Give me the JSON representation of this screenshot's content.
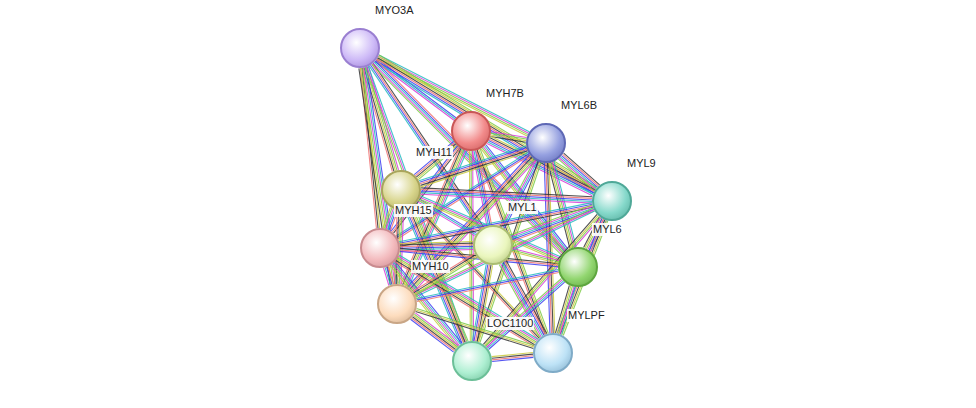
{
  "diagram": {
    "nodes": [
      {
        "text": [
          "MYO3A"
        ]
      },
      {
        "text": [
          "MYH7B"
        ]
      },
      {
        "text": [
          "MYL6B"
        ]
      },
      {
        "text": [
          "MYH11"
        ]
      },
      {
        "text": [
          "MYL9"
        ]
      },
      {
        "text": [
          "MYH15"
        ]
      },
      {
        "text": [
          "MYL1"
        ]
      },
      {
        "text": [
          "MYL6"
        ]
      },
      {
        "text": [
          "MYH10"
        ]
      },
      {
        "text": [
          "LOC1100"
        ]
      },
      {
        "text": [
          "MYLPF"
        ]
      }
    ],
    "edges": [
      {
        "from": 0,
        "to": 1,
        "arrow": "none"
      },
      {
        "from": 0,
        "to": 2,
        "arrow": "none"
      },
      {
        "from": 0,
        "to": 3,
        "arrow": "none"
      },
      {
        "from": 0,
        "to": 4,
        "arrow": "none"
      },
      {
        "from": 0,
        "to": 5,
        "arrow": "none"
      },
      {
        "from": 0,
        "to": 6,
        "arrow": "none"
      },
      {
        "from": 0,
        "to": 7,
        "arrow": "none"
      },
      {
        "from": 0,
        "to": 8,
        "arrow": "none"
      },
      {
        "from": 0,
        "to": 9,
        "arrow": "none"
      },
      {
        "from": 1,
        "to": 2,
        "arrow": "none"
      },
      {
        "from": 1,
        "to": 3,
        "arrow": "none"
      },
      {
        "from": 1,
        "to": 4,
        "arrow": "none"
      },
      {
        "from": 1,
        "to": 5,
        "arrow": "none"
      },
      {
        "from": 1,
        "to": 6,
        "arrow": "none"
      },
      {
        "from": 1,
        "to": 7,
        "arrow": "none"
      },
      {
        "from": 1,
        "to": 8,
        "arrow": "none"
      },
      {
        "from": 1,
        "to": 9,
        "arrow": "none"
      },
      {
        "from": 1,
        "to": 10,
        "arrow": "none"
      },
      {
        "from": 2,
        "to": 3,
        "arrow": "none"
      },
      {
        "from": 2,
        "to": 4,
        "arrow": "none"
      },
      {
        "from": 2,
        "to": 5,
        "arrow": "none"
      },
      {
        "from": 2,
        "to": 6,
        "arrow": "none"
      },
      {
        "from": 2,
        "to": 7,
        "arrow": "none"
      },
      {
        "from": 2,
        "to": 8,
        "arrow": "none"
      },
      {
        "from": 2,
        "to": 9,
        "arrow": "none"
      },
      {
        "from": 2,
        "to": 10,
        "arrow": "none"
      },
      {
        "from": 3,
        "to": 4,
        "arrow": "none"
      },
      {
        "from": 3,
        "to": 5,
        "arrow": "none"
      },
      {
        "from": 3,
        "to": 6,
        "arrow": "none"
      },
      {
        "from": 3,
        "to": 7,
        "arrow": "none"
      },
      {
        "from": 3,
        "to": 8,
        "arrow": "none"
      },
      {
        "from": 3,
        "to": 9,
        "arrow": "none"
      },
      {
        "from": 3,
        "to": 10,
        "arrow": "none"
      },
      {
        "from": 4,
        "to": 5,
        "arrow": "none"
      },
      {
        "from": 4,
        "to": 6,
        "arrow": "none"
      },
      {
        "from": 4,
        "to": 7,
        "arrow": "none"
      },
      {
        "from": 4,
        "to": 8,
        "arrow": "none"
      },
      {
        "from": 4,
        "to": 9,
        "arrow": "none"
      },
      {
        "from": 4,
        "to": 10,
        "arrow": "none"
      },
      {
        "from": 5,
        "to": 6,
        "arrow": "none"
      },
      {
        "from": 5,
        "to": 7,
        "arrow": "none"
      },
      {
        "from": 5,
        "to": 8,
        "arrow": "none"
      },
      {
        "from": 5,
        "to": 9,
        "arrow": "none"
      },
      {
        "from": 5,
        "to": 10,
        "arrow": "none"
      },
      {
        "from": 6,
        "to": 7,
        "arrow": "none"
      },
      {
        "from": 6,
        "to": 8,
        "arrow": "none"
      },
      {
        "from": 6,
        "to": 9,
        "arrow": "none"
      },
      {
        "from": 6,
        "to": 10,
        "arrow": "none"
      },
      {
        "from": 7,
        "to": 8,
        "arrow": "none"
      },
      {
        "from": 7,
        "to": 9,
        "arrow": "none"
      },
      {
        "from": 7,
        "to": 10,
        "arrow": "none"
      },
      {
        "from": 8,
        "to": 9,
        "arrow": "none"
      },
      {
        "from": 8,
        "to": 10,
        "arrow": "none"
      },
      {
        "from": 9,
        "to": 10,
        "arrow": "none"
      }
    ]
  }
}
